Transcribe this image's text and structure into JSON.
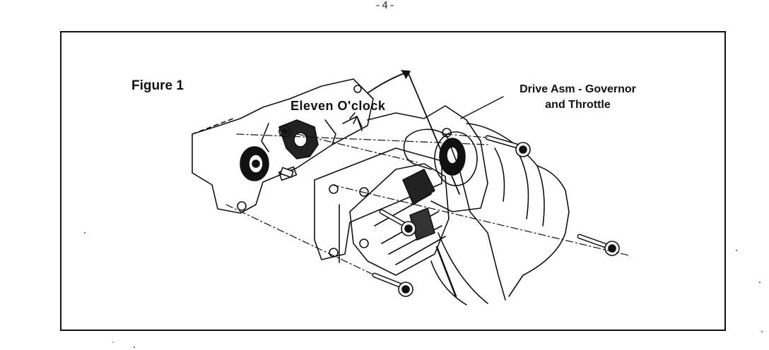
{
  "page": {
    "number": "-4-"
  },
  "figure": {
    "label": "Figure 1",
    "callouts": {
      "eleven_oclock": "Eleven O'clock",
      "drive_line1": "Drive Asm - Governor",
      "drive_line2": "and Throttle"
    }
  },
  "colors": {
    "ink": "#111111",
    "paper": "#ffffff"
  }
}
